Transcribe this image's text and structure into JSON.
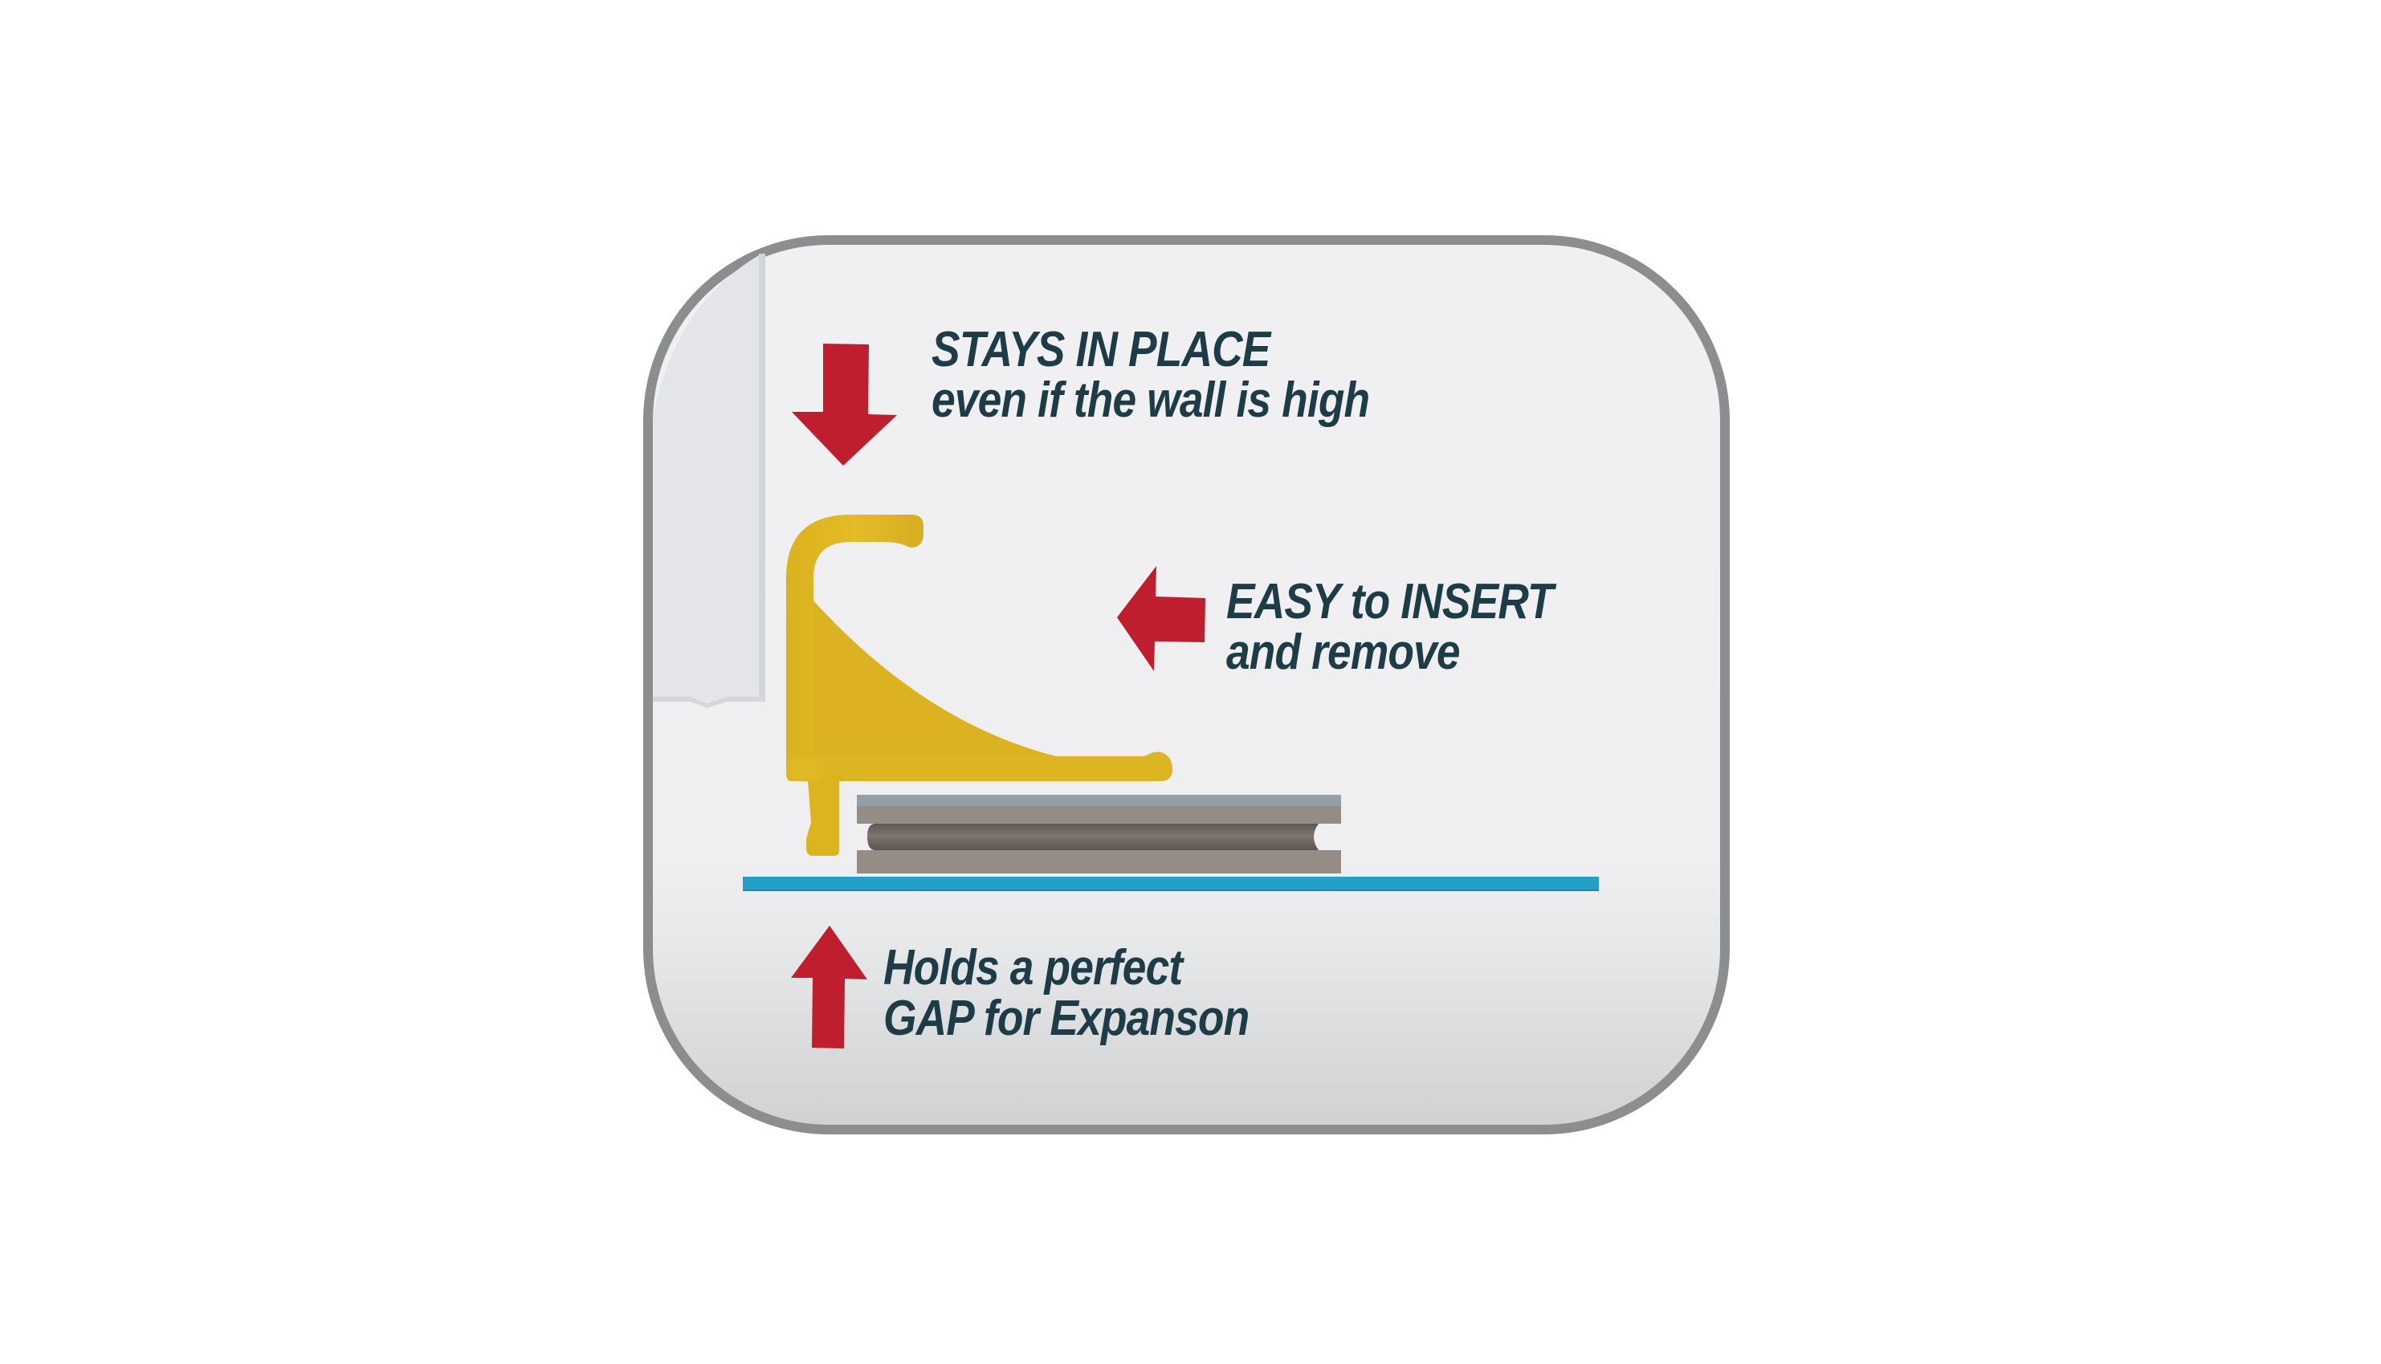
{
  "diagram": {
    "subject": "Flooring spacer bracket",
    "callouts": [
      {
        "id": "stays",
        "arrow_direction": "down",
        "line1": "STAYS IN PLACE",
        "line2": "even if the wall is high"
      },
      {
        "id": "easy",
        "arrow_direction": "left",
        "line1": "EASY to INSERT",
        "line2": "and remove"
      },
      {
        "id": "gap",
        "arrow_direction": "up",
        "line1": "Holds a perfect",
        "line2": "GAP for Expanson"
      }
    ],
    "colors": {
      "arrow": "#be1e2d",
      "text": "#1d3c48",
      "bracket": "#e2b824",
      "card_border": "#8c8d8f",
      "card_fill": "#f0f0f2",
      "floor_line": "#24a0c8",
      "plank_top": "#939ea7",
      "plank": "#958c86",
      "rod": "#7a716b"
    }
  }
}
